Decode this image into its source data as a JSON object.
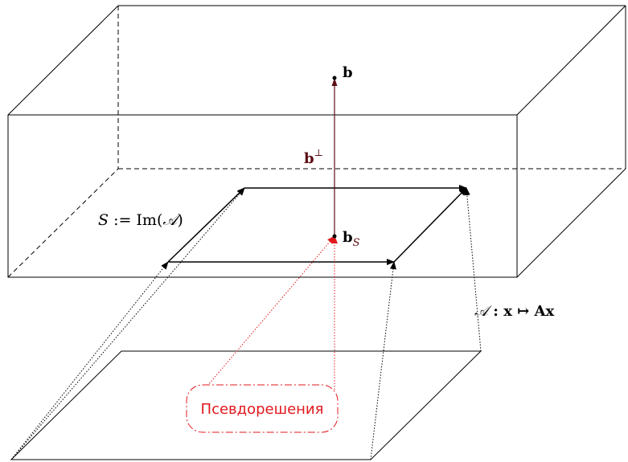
{
  "labels": {
    "b": "b",
    "b_perp": "b",
    "perp_symbol": "⊥",
    "b_s": "b",
    "b_s_sub": "S",
    "s_def_lhs": "S",
    "s_def_op": " := Im(",
    "s_def_map": "𝒜",
    "s_def_close": ")",
    "map_sym": "𝒜",
    "map_rest": " : x ↦ A",
    "map_x": "x",
    "pseudo": "Псевдорешения"
  },
  "colors": {
    "line": "#000000",
    "vector_b": "#5a0e14",
    "accent_red": "#e0191e"
  }
}
